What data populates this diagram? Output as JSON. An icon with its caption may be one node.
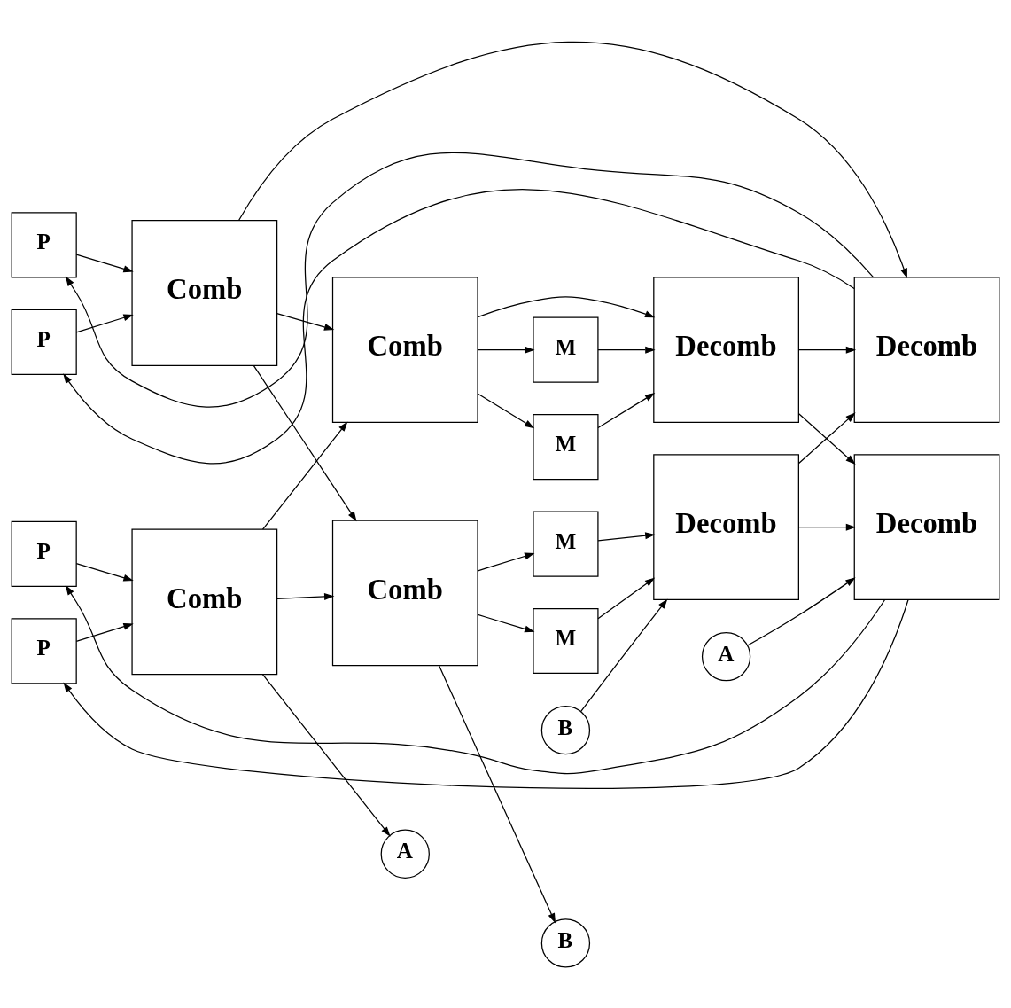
{
  "diagram": {
    "nodes": [
      {
        "text": [
          "P"
        ]
      },
      {
        "text": [
          "Comb"
        ]
      },
      {
        "text": [
          "Comb"
        ]
      },
      {
        "text": [
          "M"
        ]
      },
      {
        "text": [
          "P"
        ]
      },
      {
        "text": [
          "M"
        ]
      },
      {
        "text": [
          "A"
        ]
      },
      {
        "text": [
          "B"
        ]
      },
      {
        "text": [
          "P"
        ]
      },
      {
        "text": [
          "Comb"
        ]
      },
      {
        "text": [
          "Comb"
        ]
      },
      {
        "text": [
          "M"
        ]
      },
      {
        "text": [
          "P"
        ]
      },
      {
        "text": [
          "M"
        ]
      },
      {
        "text": [
          "Decomb"
        ]
      },
      {
        "text": [
          "Decomb"
        ]
      },
      {
        "text": [
          "A"
        ]
      },
      {
        "text": [
          "B"
        ]
      },
      {
        "text": [
          "Decomb"
        ]
      },
      {
        "text": [
          "Decomb"
        ]
      }
    ],
    "edges": [
      {
        "from": 0,
        "to": 1,
        "arrow": "to"
      },
      {
        "from": 4,
        "to": 1,
        "arrow": "to"
      },
      {
        "from": 1,
        "to": 2,
        "arrow": "to"
      },
      {
        "from": 1,
        "to": 10,
        "arrow": "to"
      },
      {
        "from": 1,
        "to": 6,
        "arrow": "to"
      },
      {
        "from": 2,
        "to": 3,
        "arrow": "to"
      },
      {
        "from": 2,
        "to": 5,
        "arrow": "to"
      },
      {
        "from": 2,
        "to": 7,
        "arrow": "to"
      },
      {
        "from": 8,
        "to": 9,
        "arrow": "to"
      },
      {
        "from": 12,
        "to": 9,
        "arrow": "to"
      },
      {
        "from": 9,
        "to": 2,
        "arrow": "to"
      },
      {
        "from": 9,
        "to": 10,
        "arrow": "to"
      },
      {
        "from": 9,
        "to": 14,
        "arrow": "to"
      },
      {
        "from": 10,
        "to": 11,
        "arrow": "to"
      },
      {
        "from": 10,
        "to": 13,
        "arrow": "to"
      },
      {
        "from": 10,
        "to": 15,
        "arrow": "to"
      },
      {
        "from": 15,
        "to": 14,
        "arrow": "to"
      },
      {
        "from": 13,
        "to": 15,
        "arrow": "to"
      },
      {
        "from": 11,
        "to": 15,
        "arrow": "to"
      },
      {
        "from": 14,
        "to": 12,
        "arrow": "to"
      },
      {
        "from": 14,
        "to": 8,
        "arrow": "to"
      },
      {
        "from": 16,
        "to": 18,
        "arrow": "to"
      },
      {
        "from": 17,
        "to": 19,
        "arrow": "to"
      },
      {
        "from": 15,
        "to": 18,
        "arrow": "to"
      },
      {
        "from": 19,
        "to": 14,
        "arrow": "to"
      },
      {
        "from": 19,
        "to": 18,
        "arrow": "to"
      },
      {
        "from": 5,
        "to": 19,
        "arrow": "to"
      },
      {
        "from": 3,
        "to": 19,
        "arrow": "to"
      },
      {
        "from": 18,
        "to": 4,
        "arrow": "to"
      },
      {
        "from": 18,
        "to": 0,
        "arrow": "to"
      }
    ]
  }
}
